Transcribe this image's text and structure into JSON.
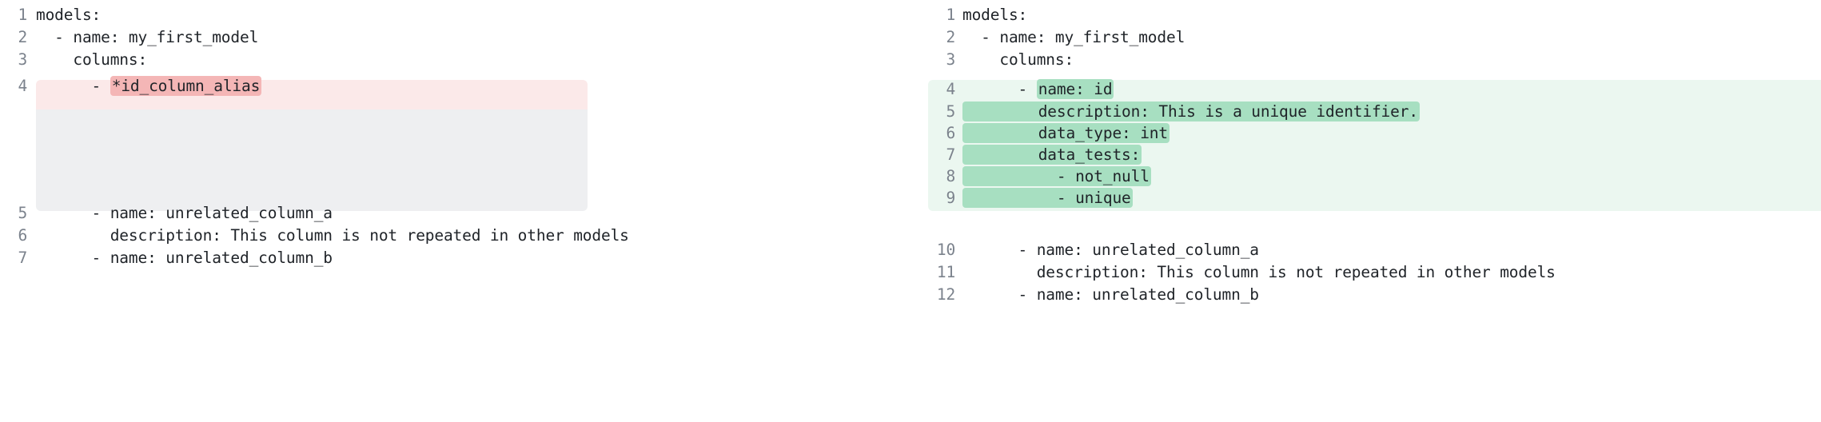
{
  "diff": {
    "colors": {
      "removed_band": "#fbe9e9",
      "removed_token": "#f4b6b6",
      "removed_filler": "#eeeff1",
      "added_band": "#ebf7f0",
      "added_token": "#a7dfc1",
      "line_number": "#7b828c",
      "text": "#1f2328",
      "background": "#ffffff"
    },
    "left": {
      "lines": [
        {
          "number": "1",
          "prefix": "models:",
          "token": "",
          "suffix": "",
          "state": "context"
        },
        {
          "number": "2",
          "prefix": "  - name: my_first_model",
          "token": "",
          "suffix": "",
          "state": "context"
        },
        {
          "number": "3",
          "prefix": "    columns:",
          "token": "",
          "suffix": "",
          "state": "context"
        },
        {
          "number": "4",
          "prefix": "      - ",
          "token": "*id_column_alias",
          "suffix": "",
          "state": "removed"
        },
        {
          "number": "",
          "prefix": "",
          "token": "",
          "suffix": "",
          "state": "filler"
        },
        {
          "number": "",
          "prefix": "",
          "token": "",
          "suffix": "",
          "state": "filler"
        },
        {
          "number": "",
          "prefix": "",
          "token": "",
          "suffix": "",
          "state": "filler"
        },
        {
          "number": "",
          "prefix": "",
          "token": "",
          "suffix": "",
          "state": "filler"
        },
        {
          "number": "",
          "prefix": "",
          "token": "",
          "suffix": "",
          "state": "filler"
        },
        {
          "number": "",
          "prefix": "",
          "token": "",
          "suffix": "",
          "state": "gap"
        },
        {
          "number": "5",
          "prefix": "      - name: unrelated_column_a",
          "token": "",
          "suffix": "",
          "state": "context"
        },
        {
          "number": "6",
          "prefix": "        description: This column is not repeated in other models",
          "token": "",
          "suffix": "",
          "state": "context"
        },
        {
          "number": "7",
          "prefix": "      - name: unrelated_column_b",
          "token": "",
          "suffix": "",
          "state": "context"
        }
      ]
    },
    "right": {
      "lines": [
        {
          "number": "1",
          "prefix": "models:",
          "token": "",
          "suffix": "",
          "state": "context"
        },
        {
          "number": "2",
          "prefix": "  - name: my_first_model",
          "token": "",
          "suffix": "",
          "state": "context"
        },
        {
          "number": "3",
          "prefix": "    columns:",
          "token": "",
          "suffix": "",
          "state": "context"
        },
        {
          "number": "4",
          "prefix": "      - ",
          "token": "name: id",
          "suffix": "",
          "state": "added"
        },
        {
          "number": "5",
          "prefix": "",
          "token": "        description: This is a unique identifier.",
          "suffix": "",
          "state": "added"
        },
        {
          "number": "6",
          "prefix": "",
          "token": "        data_type: int",
          "suffix": "",
          "state": "added"
        },
        {
          "number": "7",
          "prefix": "",
          "token": "        data_tests:",
          "suffix": "",
          "state": "added"
        },
        {
          "number": "8",
          "prefix": "",
          "token": "          - not_null",
          "suffix": "",
          "state": "added"
        },
        {
          "number": "9",
          "prefix": "",
          "token": "          - unique",
          "suffix": "",
          "state": "added"
        },
        {
          "number": "",
          "prefix": "",
          "token": "",
          "suffix": "",
          "state": "gap"
        },
        {
          "number": "10",
          "prefix": "      - name: unrelated_column_a",
          "token": "",
          "suffix": "",
          "state": "context"
        },
        {
          "number": "11",
          "prefix": "        description: This column is not repeated in other models",
          "token": "",
          "suffix": "",
          "state": "context"
        },
        {
          "number": "12",
          "prefix": "      - name: unrelated_column_b",
          "token": "",
          "suffix": "",
          "state": "context"
        }
      ]
    }
  }
}
